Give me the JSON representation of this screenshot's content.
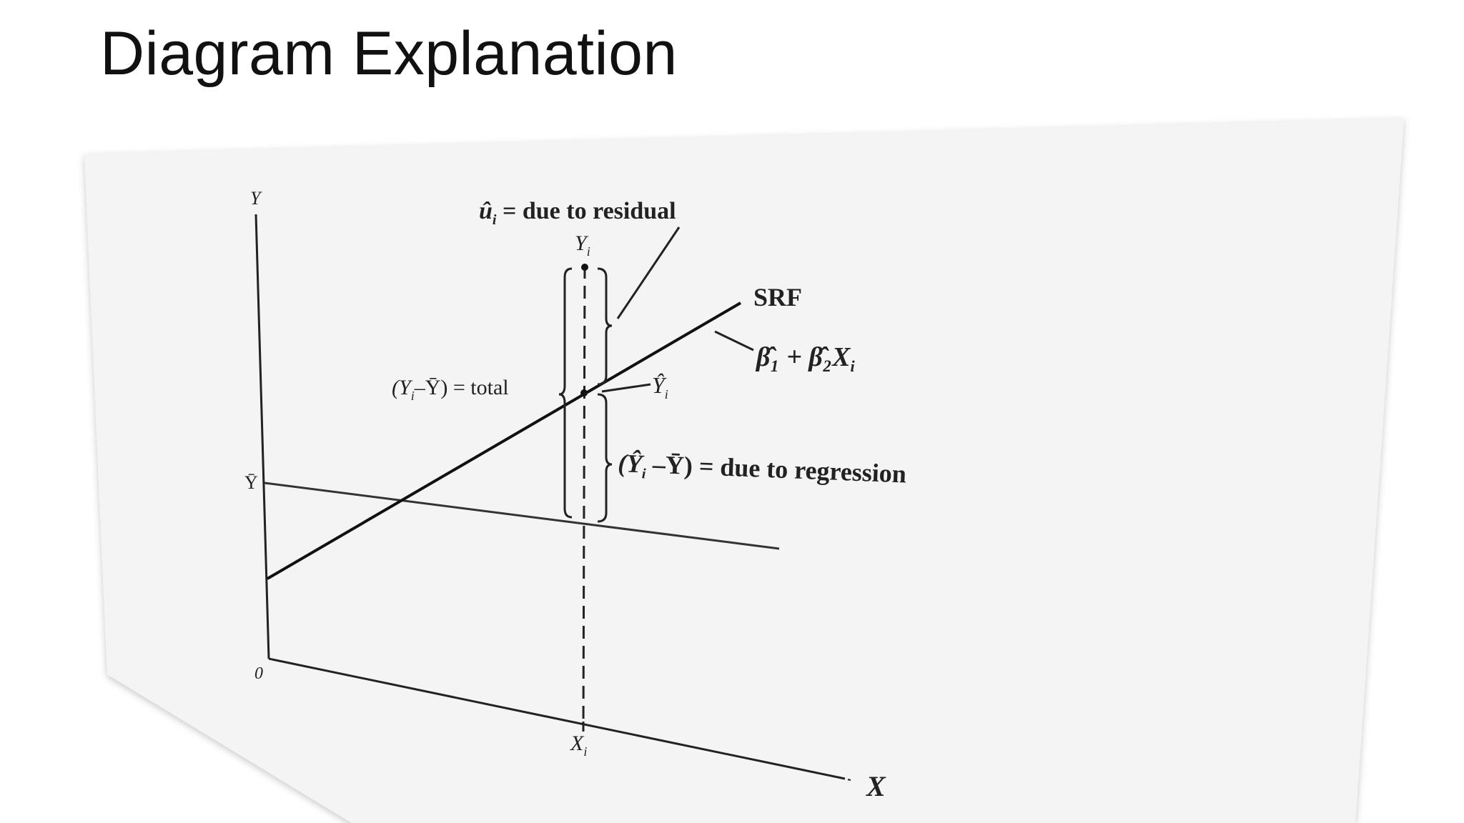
{
  "slide": {
    "title": "Diagram Explanation"
  },
  "diagram": {
    "axis_y_label": "Y",
    "axis_x_label": "X",
    "origin_label": "0",
    "ybar_label": "Ȳ",
    "xi_label": "X",
    "xi_sub": "i",
    "yi_label": "Y",
    "yi_sub": "i",
    "yhat_label": "Ŷ",
    "yhat_sub": "i",
    "residual_label": "û",
    "residual_sub": "i",
    "residual_text": " = due to residual",
    "srf_label": "SRF",
    "equation_label": "β̂₁ + β̂₂X",
    "equation_sub": "i",
    "total_label": "(Y",
    "total_sub": "i",
    "total_text": "–Ȳ) = total",
    "regression_open": "(Ŷ",
    "regression_sub": "i",
    "regression_text": " –Ȳ) = due to regression"
  },
  "colors": {
    "card": "#f4f4f4",
    "ink": "#222222"
  }
}
